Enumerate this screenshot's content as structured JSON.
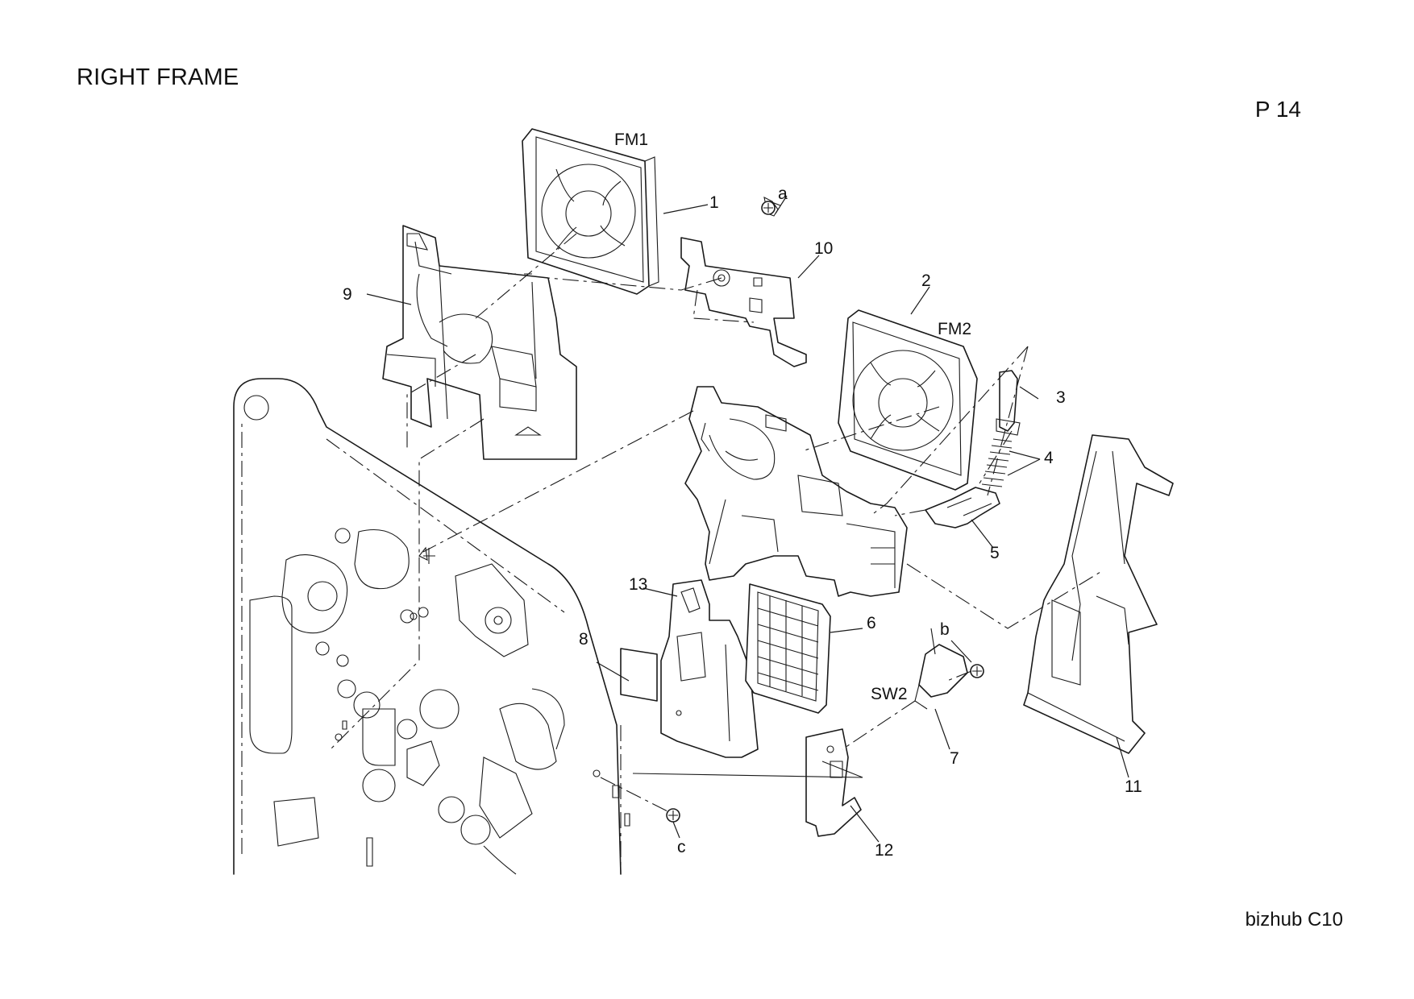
{
  "header": {
    "title": "RIGHT FRAME",
    "page": "P 14"
  },
  "footer": {
    "model": "bizhub C10"
  },
  "callouts": {
    "n1": "1",
    "n2": "2",
    "n3": "3",
    "n4": "4",
    "n5": "5",
    "n6": "6",
    "n7": "7",
    "n8": "8",
    "n9": "9",
    "n10": "10",
    "n11": "11",
    "n12": "12",
    "n13": "13",
    "a": "a",
    "b": "b",
    "c": "c",
    "fm1": "FM1",
    "fm2": "FM2",
    "sw2": "SW2"
  }
}
